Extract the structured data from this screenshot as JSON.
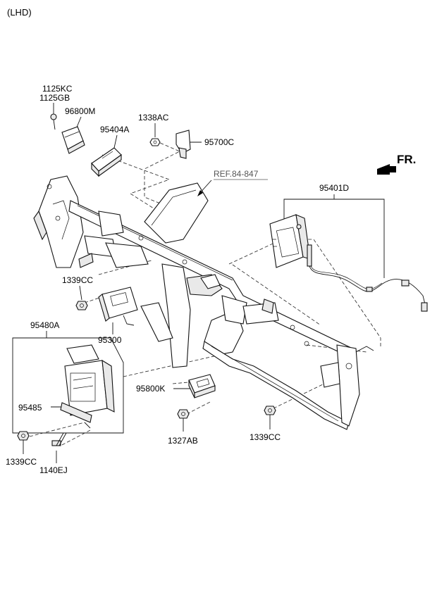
{
  "header": {
    "variant": "(LHD)"
  },
  "direction": {
    "label": "FR."
  },
  "reference": {
    "label": "REF.84-847"
  },
  "parts": {
    "p1125KC": "1125KC",
    "p1125GB": "1125GB",
    "p96800M": "96800M",
    "p1338AC": "1338AC",
    "p95404A": "95404A",
    "p95700C": "95700C",
    "p95401D": "95401D",
    "p1339CC_a": "1339CC",
    "p95300": "95300",
    "p95480A": "95480A",
    "p95485": "95485",
    "p95800K": "95800K",
    "p1327AB": "1327AB",
    "p1339CC_b": "1339CC",
    "p1339CC_c": "1339CC",
    "p1140EJ": "1140EJ"
  }
}
